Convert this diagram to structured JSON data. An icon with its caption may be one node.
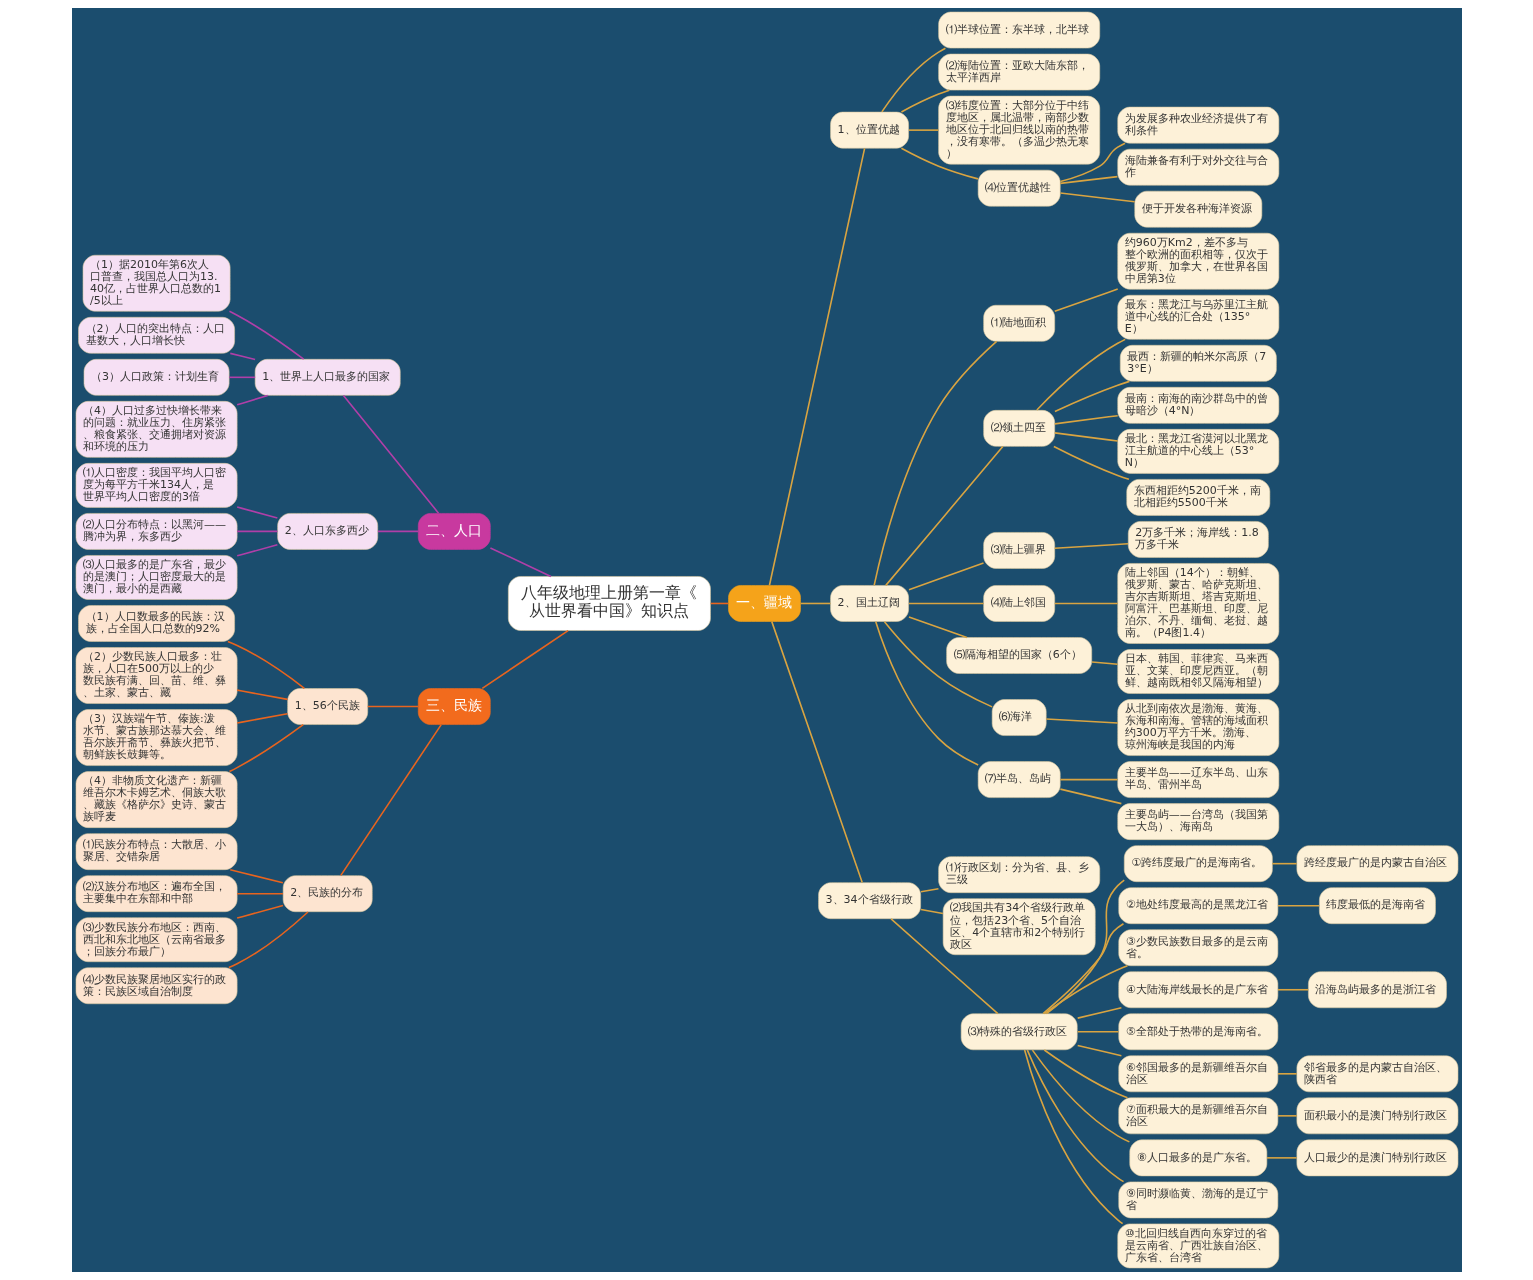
{
  "diagram": {
    "nodes": [
      {
        "text": [
          "八年级地理上册第一章《从世界看中国》知识点"
        ]
      },
      {
        "text": [
          "一、疆域"
        ]
      },
      {
        "text": [
          "1、位置优越"
        ]
      },
      {
        "text": [
          "⑴半球位置：东半球，北半球"
        ]
      },
      {
        "text": [
          "⑵海陆位置：亚欧大陆东部，太平洋西岸"
        ]
      },
      {
        "text": [
          "⑶纬度位置：大部分位于中纬度地区，属北温带，南部少数地区位于北回归线以南的热带，没有寒带。（多温少热无寒）"
        ]
      },
      {
        "text": [
          "⑷位置优越性"
        ]
      },
      {
        "text": [
          "为发展多种农业经济提供了有利条件"
        ]
      },
      {
        "text": [
          "海陆兼备有利于对外交往与合作"
        ]
      },
      {
        "text": [
          "便于开发各种海洋资源"
        ]
      },
      {
        "text": [
          "2、国土辽阔"
        ]
      },
      {
        "text": [
          "⑴陆地面积"
        ]
      },
      {
        "text": [
          "约960万Km2，差不多与整个欧洲的面积相等，仅次于俄罗斯、加拿大，在世界各国中居第3位"
        ]
      },
      {
        "text": [
          "⑵领土四至"
        ]
      },
      {
        "text": [
          "最东：黑龙江与乌苏里江主航道中心线的汇合处（135°E）"
        ]
      },
      {
        "text": [
          "最西：新疆的帕米尔高原（73°E）"
        ]
      },
      {
        "text": [
          "最南：南海的南沙群岛中的曾母暗沙（4°N）"
        ]
      },
      {
        "text": [
          "最北：黑龙江省漠河以北黑龙江主航道的中心线上（53°N）"
        ]
      },
      {
        "text": [
          "东西相距约5200千米，南北相距约5500千米"
        ]
      },
      {
        "text": [
          "⑶陆上疆界"
        ]
      },
      {
        "text": [
          "2万多千米；海岸线：1.8万多千米"
        ]
      },
      {
        "text": [
          "⑷陆上邻国"
        ]
      },
      {
        "text": [
          "陆上邻国（14个）：朝鲜、俄罗斯、蒙古、哈萨克斯坦、吉尔吉斯斯坦、塔吉克斯坦、阿富汗、巴基斯坦、印度、尼泊尔、不丹、缅甸、老挝、越南。（P4图1.4）"
        ]
      },
      {
        "text": [
          "⑸隔海相望的国家（6个）"
        ]
      },
      {
        "text": [
          "日本、韩国、菲律宾、马来西亚、文莱、印度尼西亚。（朝鲜、越南既相邻又隔海相望）"
        ]
      },
      {
        "text": [
          "⑹海洋"
        ]
      },
      {
        "text": [
          "从北到南依次是渤海、黄海、东海和南海。管辖的海域面积约300万平方千米。渤海、琼州海峡是我国的内海"
        ]
      },
      {
        "text": [
          "⑺半岛、岛屿"
        ]
      },
      {
        "text": [
          "主要半岛——辽东半岛、山东半岛、雷州半岛"
        ]
      },
      {
        "text": [
          "主要岛屿——台湾岛（我国第一大岛）、海南岛"
        ]
      },
      {
        "text": [
          "3、34个省级行政"
        ]
      },
      {
        "text": [
          "⑴行政区划：分为省、县、乡三级"
        ]
      },
      {
        "text": [
          "⑵我国共有34个省级行政单位，包括23个省、5个自治区、4个直辖市和2个特别行政区"
        ]
      },
      {
        "text": [
          "⑶特殊的省级行政区"
        ]
      },
      {
        "text": [
          "①跨纬度最广的是海南省。"
        ]
      },
      {
        "text": [
          "跨经度最广的是内蒙古自治区"
        ]
      },
      {
        "text": [
          "②地处纬度最高的是黑龙江省"
        ]
      },
      {
        "text": [
          "纬度最低的是海南省"
        ]
      },
      {
        "text": [
          "③少数民族数目最多的是云南省。"
        ]
      },
      {
        "text": [
          "④大陆海岸线最长的是广东省"
        ]
      },
      {
        "text": [
          "沿海岛屿最多的是浙江省"
        ]
      },
      {
        "text": [
          "⑤全部处于热带的是海南省。"
        ]
      },
      {
        "text": [
          "⑥邻国最多的是新疆维吾尔自治区"
        ]
      },
      {
        "text": [
          "邻省最多的是内蒙古自治区、陕西省"
        ]
      },
      {
        "text": [
          "⑦面积最大的是新疆维吾尔自治区"
        ]
      },
      {
        "text": [
          "面积最小的是澳门特别行政区"
        ]
      },
      {
        "text": [
          "⑧人口最多的是广东省。"
        ]
      },
      {
        "text": [
          "人口最少的是澳门特别行政区"
        ]
      },
      {
        "text": [
          "⑨同时濒临黄、渤海的是辽宁省"
        ]
      },
      {
        "text": [
          "⑩北回归线自西向东穿过的省是云南省、广西壮族自治区、广东省、台湾省"
        ]
      },
      {
        "text": [
          "二、人口"
        ]
      },
      {
        "text": [
          "1、世界上人口最多的国家"
        ]
      },
      {
        "text": [
          "（1）据2010年第6次人口普查，我国总人口为13.40亿，占世界人口总数的1/5以上"
        ]
      },
      {
        "text": [
          "（2）人口的突出特点：人口基数大，人口增长快"
        ]
      },
      {
        "text": [
          "（3）人口政策：计划生育"
        ]
      },
      {
        "text": [
          "（4）人口过多过快增长带来的问题：就业压力、住房紧张、粮食紧张、交通拥堵对资源和环境的压力"
        ]
      },
      {
        "text": [
          "2、人口东多西少"
        ]
      },
      {
        "text": [
          "⑴人口密度：我国平均人口密度为每平方千米134人，是世界平均人口密度的3倍"
        ]
      },
      {
        "text": [
          "⑵人口分布特点：以黑河——腾冲为界，东多西少"
        ]
      },
      {
        "text": [
          "⑶人口最多的是广东省，最少的是澳门；人口密度最大的是澳门，最小的是西藏"
        ]
      },
      {
        "text": [
          "三、民族"
        ]
      },
      {
        "text": [
          "1、56个民族"
        ]
      },
      {
        "text": [
          "（1）人口数最多的民族：汉族，占全国人口总数的92%"
        ]
      },
      {
        "text": [
          "（2）少数民族人口最多：壮族，人口在500万以上的少数民族有满、回、苗、维、彝、土家、蒙古、藏"
        ]
      },
      {
        "text": [
          "（3）汉族端午节、傣族:泼水节、蒙古族那达慕大会、维吾尔族开斋节、彝族火把节、朝鲜族长鼓舞等。"
        ]
      },
      {
        "text": [
          "（4）非物质文化遗产：新疆维吾尔木卡姆艺术、侗族大歌、藏族《格萨尔》史诗、蒙古族呼麦"
        ]
      },
      {
        "text": [
          "2、民族的分布"
        ]
      },
      {
        "text": [
          "⑴民族分布特点：大散居、小聚居、交错杂居"
        ]
      },
      {
        "text": [
          "⑵汉族分布地区：遍布全国，主要集中在东部和中部"
        ]
      },
      {
        "text": [
          "⑶少数民族分布地区：西南、西北和东北地区（云南省最多；回族分布最广）"
        ]
      },
      {
        "text": [
          "⑷少数民族聚居地区实行的政策：民族区域自治制度"
        ]
      }
    ],
    "edges": [
      {
        "from": 0,
        "to": 1,
        "arrow": "none",
        "color": "#e8641e"
      },
      {
        "from": 1,
        "to": 2,
        "arrow": "none"
      },
      {
        "from": 2,
        "to": 3,
        "arrow": "none"
      },
      {
        "from": 2,
        "to": 4,
        "arrow": "none"
      },
      {
        "from": 2,
        "to": 5,
        "arrow": "none"
      },
      {
        "from": 2,
        "to": 6,
        "arrow": "none"
      },
      {
        "from": 6,
        "to": 7,
        "arrow": "none"
      },
      {
        "from": 6,
        "to": 8,
        "arrow": "none"
      },
      {
        "from": 6,
        "to": 9,
        "arrow": "none"
      },
      {
        "from": 1,
        "to": 10,
        "arrow": "none"
      },
      {
        "from": 10,
        "to": 11,
        "arrow": "none"
      },
      {
        "from": 11,
        "to": 12,
        "arrow": "none"
      },
      {
        "from": 10,
        "to": 13,
        "arrow": "none"
      },
      {
        "from": 13,
        "to": 14,
        "arrow": "none"
      },
      {
        "from": 13,
        "to": 15,
        "arrow": "none"
      },
      {
        "from": 13,
        "to": 16,
        "arrow": "none"
      },
      {
        "from": 13,
        "to": 17,
        "arrow": "none"
      },
      {
        "from": 13,
        "to": 18,
        "arrow": "none"
      },
      {
        "from": 10,
        "to": 19,
        "arrow": "none"
      },
      {
        "from": 19,
        "to": 20,
        "arrow": "none"
      },
      {
        "from": 10,
        "to": 21,
        "arrow": "none"
      },
      {
        "from": 21,
        "to": 22,
        "arrow": "none"
      },
      {
        "from": 10,
        "to": 23,
        "arrow": "none"
      },
      {
        "from": 23,
        "to": 24,
        "arrow": "none"
      },
      {
        "from": 10,
        "to": 25,
        "arrow": "none"
      },
      {
        "from": 25,
        "to": 26,
        "arrow": "none"
      },
      {
        "from": 10,
        "to": 27,
        "arrow": "none"
      },
      {
        "from": 27,
        "to": 28,
        "arrow": "none"
      },
      {
        "from": 27,
        "to": 29,
        "arrow": "none"
      },
      {
        "from": 1,
        "to": 30,
        "arrow": "none"
      },
      {
        "from": 30,
        "to": 31,
        "arrow": "none"
      },
      {
        "from": 30,
        "to": 32,
        "arrow": "none"
      },
      {
        "from": 30,
        "to": 33,
        "arrow": "none"
      },
      {
        "from": 33,
        "to": 34,
        "arrow": "none"
      },
      {
        "from": 34,
        "to": 35,
        "arrow": "none"
      },
      {
        "from": 33,
        "to": 36,
        "arrow": "none"
      },
      {
        "from": 36,
        "to": 37,
        "arrow": "none"
      },
      {
        "from": 33,
        "to": 38,
        "arrow": "none"
      },
      {
        "from": 33,
        "to": 39,
        "arrow": "none"
      },
      {
        "from": 39,
        "to": 40,
        "arrow": "none"
      },
      {
        "from": 33,
        "to": 41,
        "arrow": "none"
      },
      {
        "from": 33,
        "to": 42,
        "arrow": "none"
      },
      {
        "from": 42,
        "to": 43,
        "arrow": "none"
      },
      {
        "from": 33,
        "to": 44,
        "arrow": "none"
      },
      {
        "from": 44,
        "to": 45,
        "arrow": "none"
      },
      {
        "from": 33,
        "to": 46,
        "arrow": "none"
      },
      {
        "from": 46,
        "to": 47,
        "arrow": "none"
      },
      {
        "from": 33,
        "to": 48,
        "arrow": "none"
      },
      {
        "from": 33,
        "to": 49,
        "arrow": "none"
      },
      {
        "from": 50,
        "to": 0,
        "arrow": "none",
        "color": "#b03fa8"
      },
      {
        "from": 51,
        "to": 50,
        "arrow": "none",
        "color": "#b03fa8"
      },
      {
        "from": 52,
        "to": 51,
        "arrow": "none",
        "color": "#b03fa8"
      },
      {
        "from": 53,
        "to": 51,
        "arrow": "none",
        "color": "#b03fa8"
      },
      {
        "from": 54,
        "to": 51,
        "arrow": "none",
        "color": "#b03fa8"
      },
      {
        "from": 55,
        "to": 51,
        "arrow": "none",
        "color": "#b03fa8"
      },
      {
        "from": 56,
        "to": 50,
        "arrow": "none",
        "color": "#b03fa8"
      },
      {
        "from": 57,
        "to": 56,
        "arrow": "none",
        "color": "#b03fa8"
      },
      {
        "from": 58,
        "to": 56,
        "arrow": "none",
        "color": "#b03fa8"
      },
      {
        "from": 59,
        "to": 56,
        "arrow": "none",
        "color": "#b03fa8"
      },
      {
        "from": 60,
        "to": 0,
        "arrow": "none",
        "color": "#e8641e"
      },
      {
        "from": 61,
        "to": 60,
        "arrow": "none",
        "color": "#e8641e"
      },
      {
        "from": 62,
        "to": 61,
        "arrow": "none",
        "color": "#e8641e"
      },
      {
        "from": 63,
        "to": 61,
        "arrow": "none",
        "color": "#e8641e"
      },
      {
        "from": 64,
        "to": 61,
        "arrow": "none",
        "color": "#e8641e"
      },
      {
        "from": 65,
        "to": 61,
        "arrow": "none",
        "color": "#e8641e"
      },
      {
        "from": 66,
        "to": 60,
        "arrow": "none",
        "color": "#e8641e"
      },
      {
        "from": 67,
        "to": 66,
        "arrow": "none",
        "color": "#e8641e"
      },
      {
        "from": 68,
        "to": 66,
        "arrow": "none",
        "color": "#e8641e"
      },
      {
        "from": 69,
        "to": 66,
        "arrow": "none",
        "color": "#e8641e"
      },
      {
        "from": 70,
        "to": 66,
        "arrow": "none",
        "color": "#e8641e"
      }
    ]
  }
}
